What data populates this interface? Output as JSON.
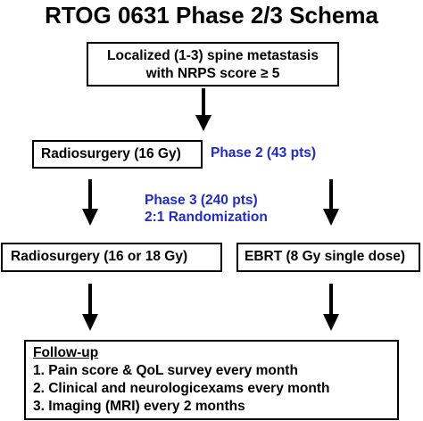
{
  "title": "RTOG 0631 Phase 2/3 Schema",
  "boxes": {
    "top": {
      "line1": "Localized (1-3) spine metastasis",
      "line2": "with NRPS score ≥ 5"
    },
    "radiosurgery_16": "Radiosurgery  (16 Gy)",
    "radiosurgery_16_18": "Radiosurgery  (16 or 18 Gy)",
    "ebrt": "EBRT (8 Gy single dose)",
    "followup": {
      "heading": "Follow-up",
      "items": [
        "1. Pain score & QoL survey every month",
        "2. Clinical and neurologicexams every month",
        "3. Imaging (MRI) every 2 months"
      ]
    }
  },
  "annotations": {
    "phase2": "Phase 2 (43 pts)",
    "phase3_line1": "Phase 3 (240 pts)",
    "phase3_line2": "2:1 Randomization"
  },
  "colors": {
    "annotation": "#1f2bd0",
    "line": "#000000"
  }
}
